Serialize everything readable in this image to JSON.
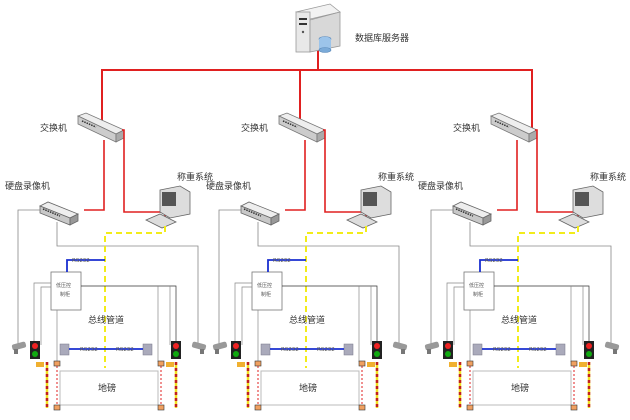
{
  "server": {
    "label": "数据库服务器"
  },
  "units": [
    {
      "switch_label": "交换机",
      "nvr_label": "硬盘录像机",
      "pc_label": "称重系统",
      "controller_label_1": "低压控",
      "controller_label_2": "制柜",
      "rs232_top": "RS232",
      "rs232_left": "RS232",
      "rs232_right": "RS232",
      "bus_label": "总线管道",
      "scale_label": "地磅"
    },
    {
      "switch_label": "交换机",
      "nvr_label": "硬盘录像机",
      "pc_label": "称重系统",
      "controller_label_1": "低压控",
      "controller_label_2": "制柜",
      "rs232_top": "RS232",
      "rs232_left": "RS232",
      "rs232_right": "RS232",
      "bus_label": "总线管道",
      "scale_label": "地磅"
    },
    {
      "switch_label": "交换机",
      "nvr_label": "硬盘录像机",
      "pc_label": "称重系统",
      "controller_label_1": "低压控",
      "controller_label_2": "制柜",
      "rs232_top": "RS232",
      "rs232_left": "RS232",
      "rs232_right": "RS232",
      "bus_label": "总线管道",
      "scale_label": "地磅"
    }
  ],
  "colors": {
    "network": "#e02020",
    "rs232": "#1a2fd0",
    "bus": "#f2ec1a",
    "video": "#888888"
  }
}
